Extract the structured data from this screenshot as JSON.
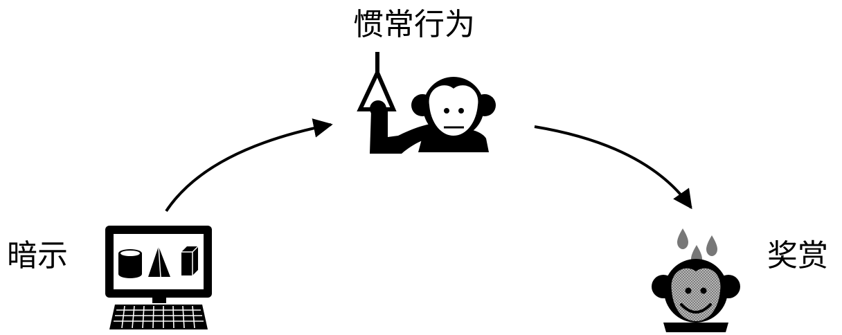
{
  "labels": {
    "habit": "惯常行为",
    "cue": "暗示",
    "reward": "奖赏"
  },
  "icons": {
    "habit": "monkey-pulling-lever-icon",
    "cue": "computer-monitor-shapes-icon",
    "reward": "happy-monkey-juice-drops-icon"
  },
  "colors": {
    "ink": "#000000",
    "paper": "#ffffff",
    "juice": "#8c8c8c"
  }
}
